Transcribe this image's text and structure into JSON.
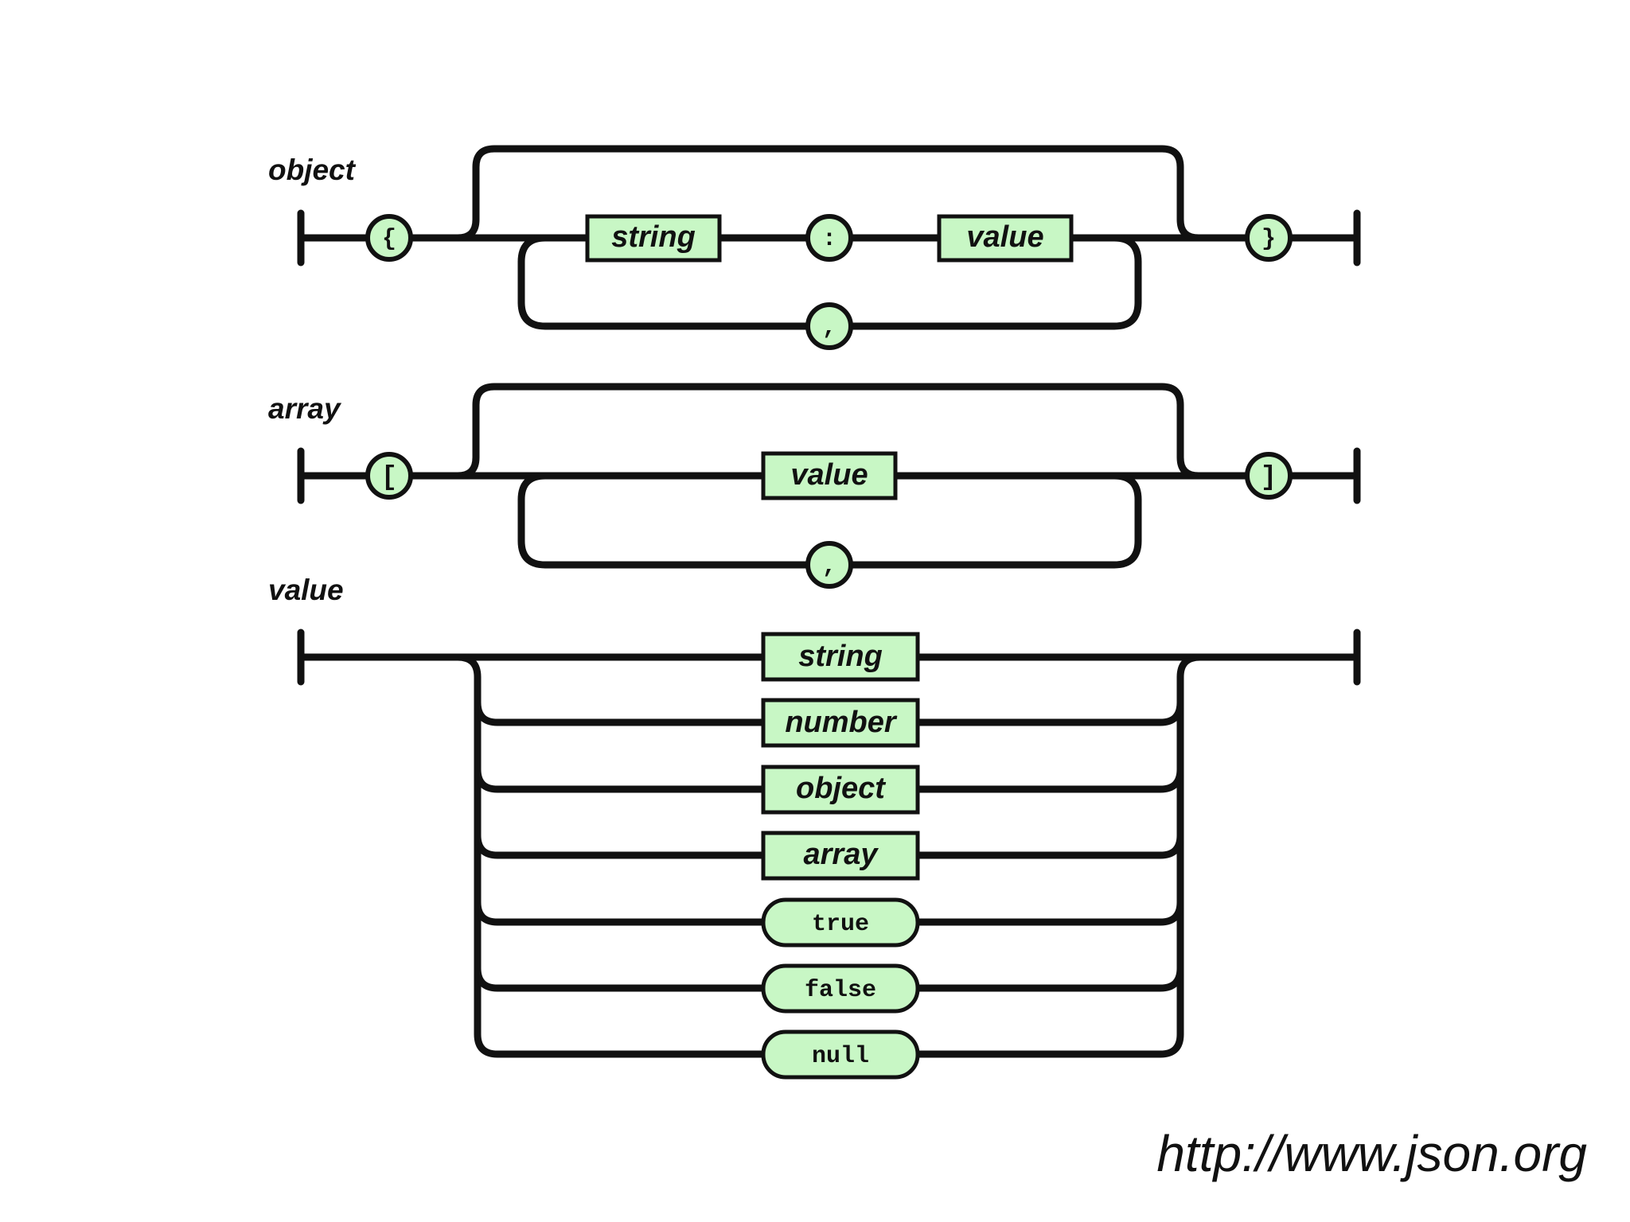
{
  "rules": {
    "object": {
      "name": "object",
      "open_brace": "{",
      "key": "string",
      "colon": ":",
      "value": "value",
      "separator": ",",
      "close_brace": "}"
    },
    "array": {
      "name": "array",
      "open_bracket": "[",
      "value": "value",
      "separator": ",",
      "close_bracket": "]"
    },
    "value": {
      "name": "value",
      "alternatives": [
        "string",
        "number",
        "object",
        "array",
        "true",
        "false",
        "null"
      ]
    }
  },
  "colors": {
    "node_fill": "#c8f7c5",
    "line": "#111111",
    "background": "#ffffff"
  },
  "source_url": "http://www.json.org"
}
